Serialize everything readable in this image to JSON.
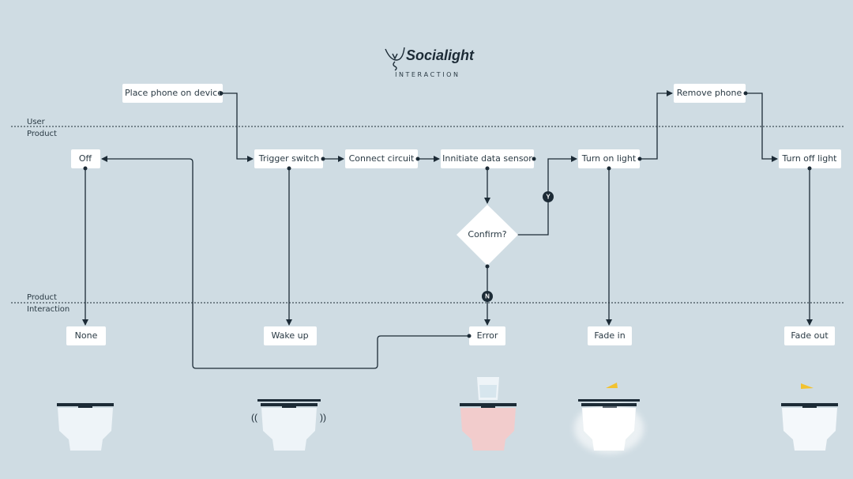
{
  "brand": {
    "name": "Socialight",
    "subtitle": "I N T E R A C T I O N"
  },
  "lanes": {
    "divider1": {
      "top": "User",
      "bottom": "Product"
    },
    "divider2": {
      "top": "Product",
      "bottom": "Interaction"
    }
  },
  "nodes": {
    "place_phone": "Place phone on device",
    "off": "Off",
    "trigger_switch": "Trigger switch",
    "connect_circuit": "Connect circuit",
    "initiate_sensor": "Innitiate data sensor",
    "confirm": "Confirm?",
    "turn_on_light": "Turn on light",
    "remove_phone": "Remove phone",
    "turn_off_light": "Turn off light",
    "none": "None",
    "wake_up": "Wake up",
    "error": "Error",
    "fade_in": "Fade in",
    "fade_out": "Fade out"
  },
  "badges": {
    "yes": "Y",
    "no": "N"
  },
  "colors": {
    "background": "#cfdce3",
    "line": "#1c2b36",
    "error": "#f2cccc",
    "light": "#f2c230"
  }
}
